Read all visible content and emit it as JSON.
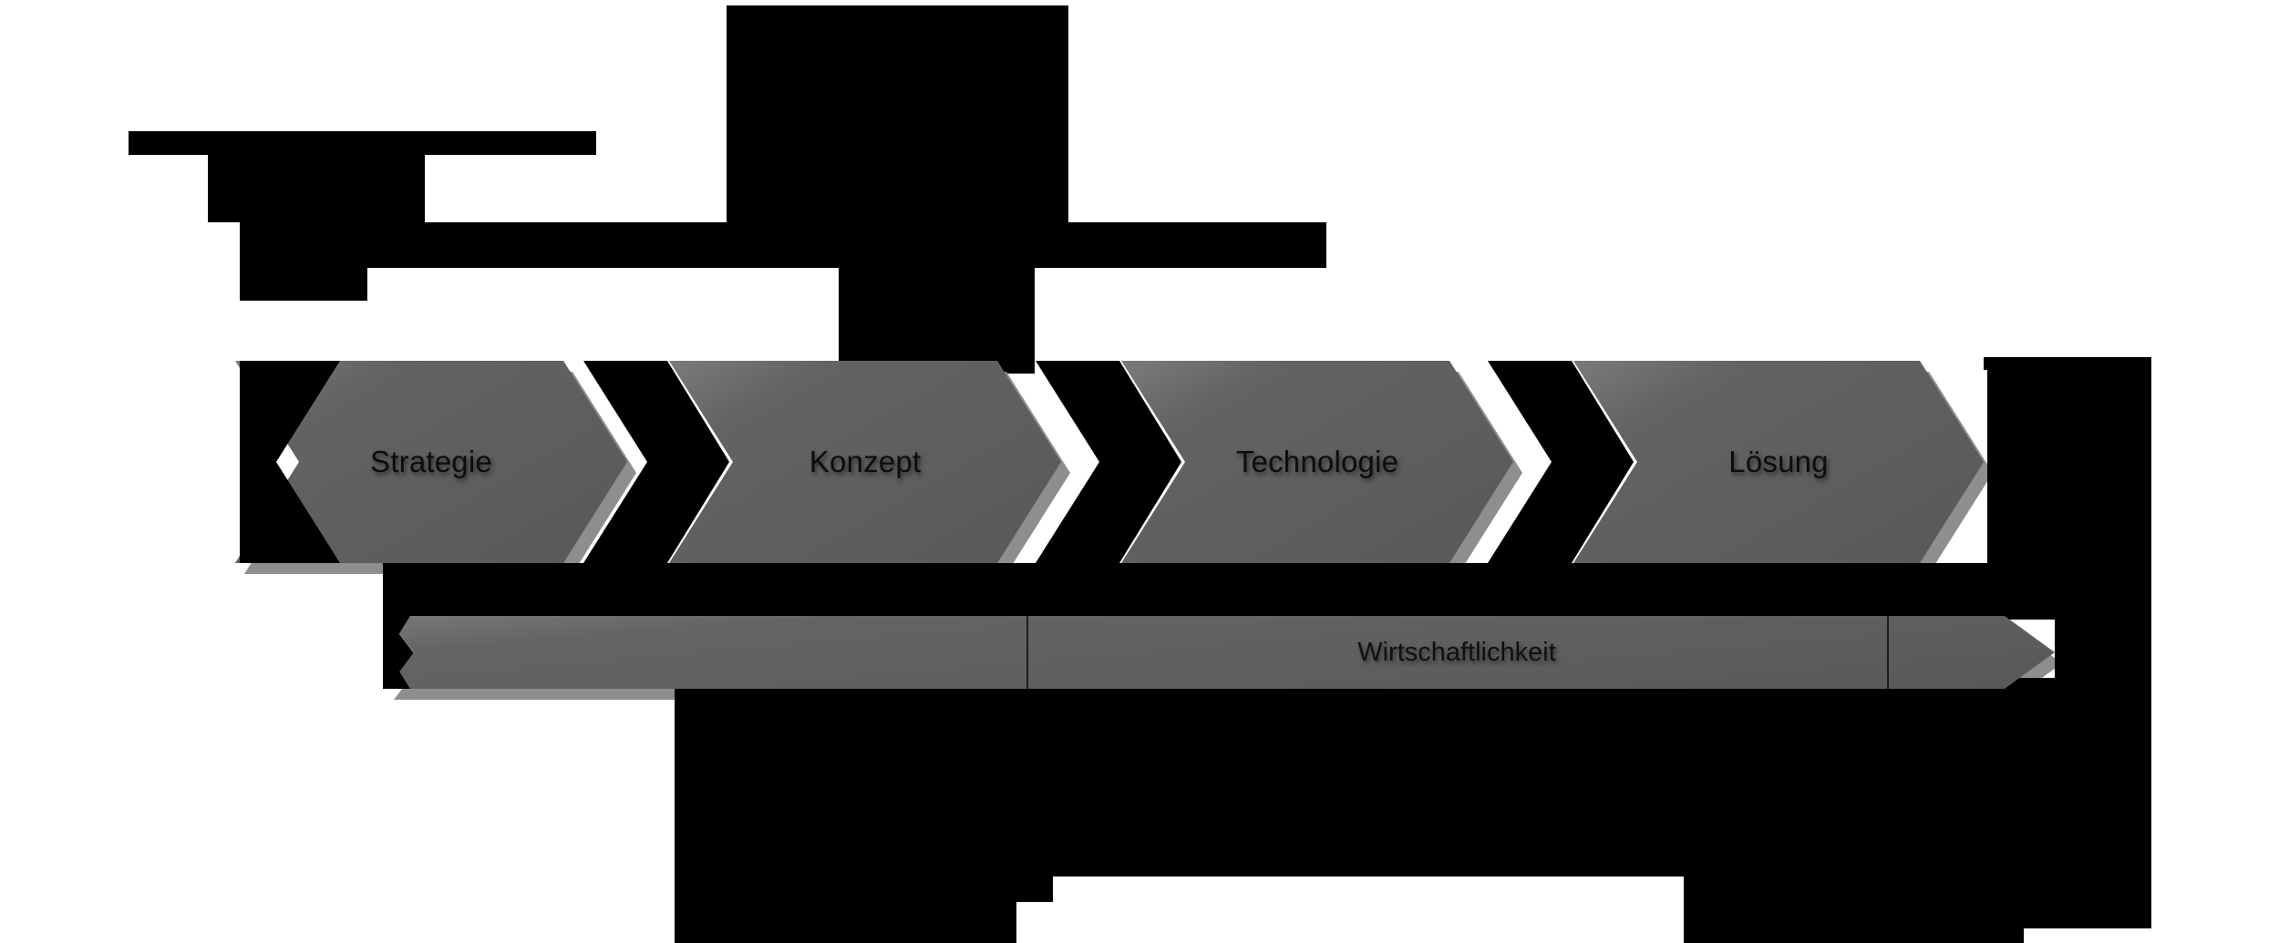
{
  "diagram": {
    "title_visible": false,
    "language": "de",
    "accent_gray": "#5e5e5e",
    "shadow_gray": "#8e8e8e",
    "mask_color": "#000000",
    "process": {
      "name": "process-chevron-flow",
      "steps": [
        {
          "label": "Strategie",
          "order": 1
        },
        {
          "label": "Konzept",
          "order": 2
        },
        {
          "label": "Technologie",
          "order": 3
        },
        {
          "label": "Lösung",
          "order": 4
        }
      ]
    },
    "economy_bar": {
      "label": "Wirtschaftlichkeit",
      "segments": 3
    }
  },
  "chart_data": {
    "type": "diagram",
    "title": "",
    "categories": [
      "Strategie",
      "Konzept",
      "Technologie",
      "Lösung"
    ],
    "overlay_label": "Wirtschaftlichkeit",
    "direction": "left-to-right"
  }
}
